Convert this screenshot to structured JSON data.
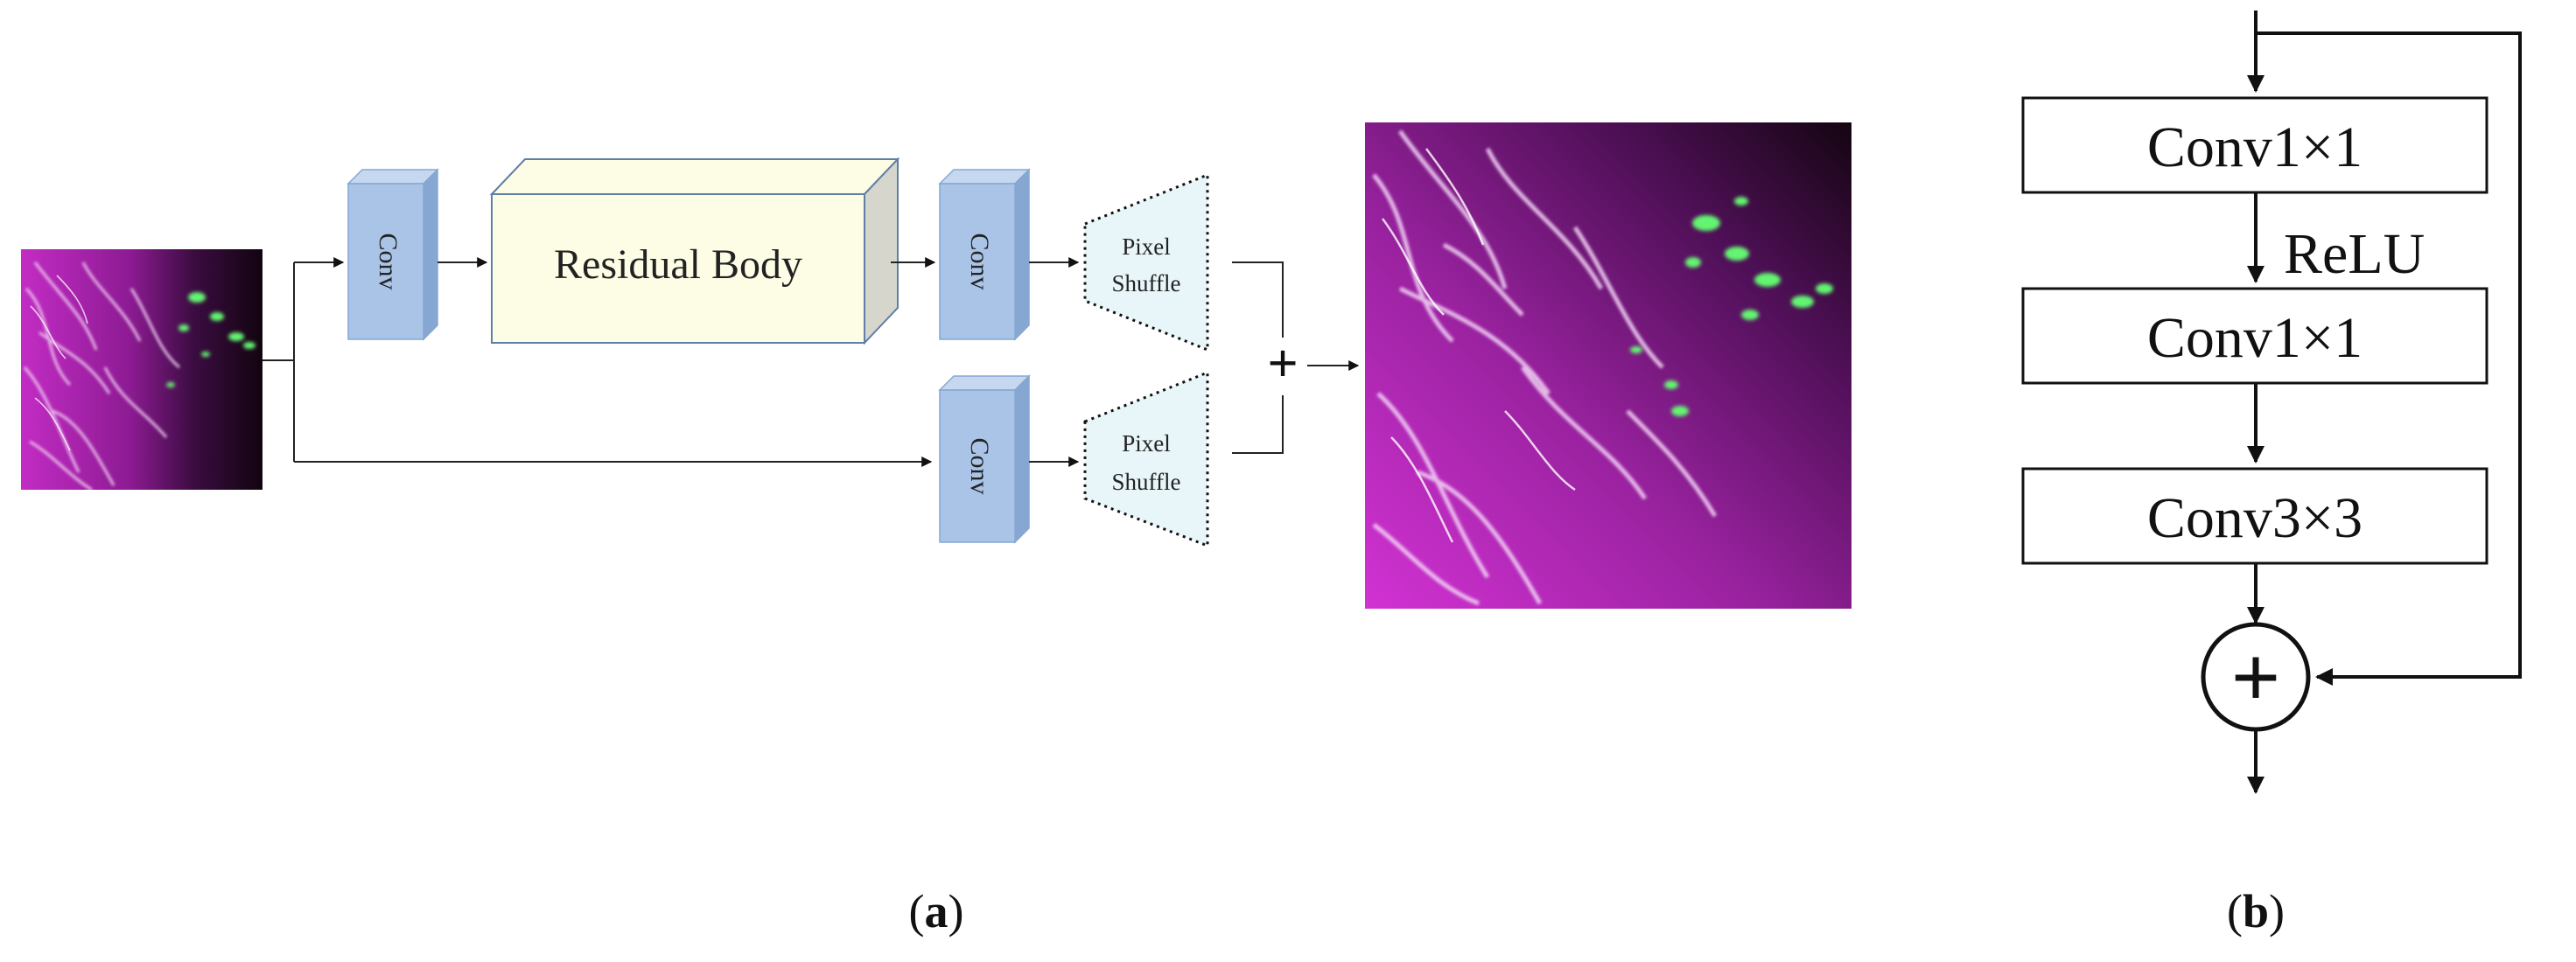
{
  "panel_a": {
    "caption_open": "(",
    "caption_letter": "a",
    "caption_close": ")",
    "conv_label": "Conv",
    "residual_body_label": "Residual Body",
    "pixel_shuffle_line1": "Pixel",
    "pixel_shuffle_line2": "Shuffle",
    "sum_symbol": "+"
  },
  "panel_b": {
    "caption_open": "(",
    "caption_letter": "b",
    "caption_close": ")",
    "block1_label": "Conv1×1",
    "activation_label": "ReLU",
    "block2_label": "Conv1×1",
    "block3_label": "Conv3×3",
    "sum_symbol": "+"
  },
  "colors": {
    "conv_front": "#a9c4e6",
    "conv_top": "#c5d8ef",
    "conv_side": "#86a7d2",
    "residual_front": "#fdfde6",
    "residual_side": "#d6d6cc",
    "pixel_shuffle_fill": "#e8f6fa",
    "image_magenta": "#b61fb8",
    "image_green": "#5ef06a"
  }
}
